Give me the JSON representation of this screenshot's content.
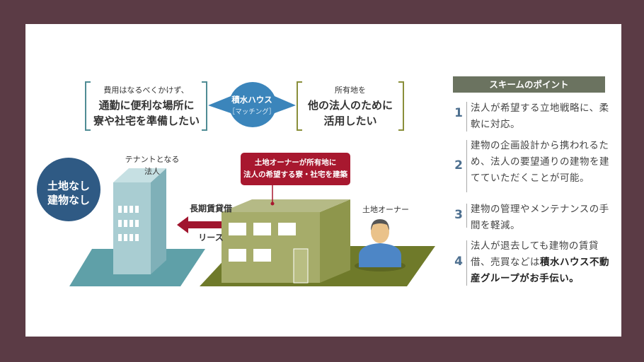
{
  "top": {
    "left_need": {
      "small": "費用はなるべくかけず、",
      "line1": "通勤に便利な場所に",
      "line2": "寮や社宅を準備したい"
    },
    "matcher": {
      "name": "積水ハウス",
      "role": "［マッチング］"
    },
    "right_need": {
      "small": "所有地を",
      "line1": "他の法人のために",
      "line2": "活用したい"
    }
  },
  "scheme": {
    "title": "スキームのポイント",
    "items": [
      {
        "num": "1",
        "text": "法人が希望する立地戦略に、柔軟に対応。"
      },
      {
        "num": "2",
        "text": "建物の企画設計から携われるため、法人の要望通りの建物を建てていただくことが可能。"
      },
      {
        "num": "3",
        "text": "建物の管理やメンテナンスの手間を軽減。"
      },
      {
        "num": "4",
        "text": "法人が退去しても建物の賃貸借、売買などは",
        "text_bold": "積水ハウス不動産グループがお手伝い。"
      }
    ]
  },
  "illustration": {
    "no_land": {
      "line1": "土地なし",
      "line2": "建物なし"
    },
    "tenant_label": {
      "line1": "テナントとなる",
      "line2": "法人"
    },
    "lease_top": "長期賃貸借",
    "lease_bottom": "リース",
    "callout": {
      "line1": "土地オーナーが所有地に",
      "line2": "法人の希望する寮・社宅を建築"
    },
    "owner_label": "土地オーナー"
  },
  "colors": {
    "frame": "#5b3b45",
    "blue": "#3b7fb1",
    "navy": "#2f5a84",
    "red": "#a8182f",
    "olive": "#6f7a2a",
    "teal": "#5fa0a8",
    "header": "#6b7360"
  }
}
